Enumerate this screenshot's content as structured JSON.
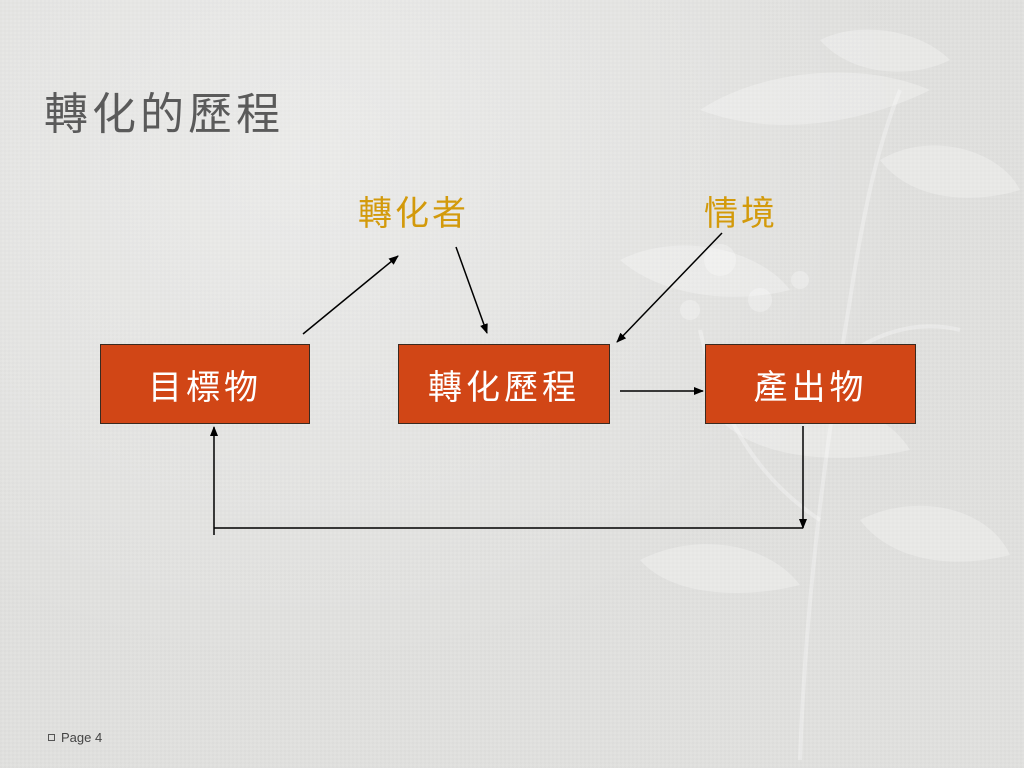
{
  "slide": {
    "title": "轉化的歷程",
    "labels": {
      "transformer": "轉化者",
      "context": "情境"
    },
    "boxes": {
      "target": "目標物",
      "process": "轉化歷程",
      "output": "產出物"
    },
    "footer": {
      "page_text": "Page 4"
    }
  },
  "colors": {
    "box_fill": "#d14616",
    "label_text": "#d39a0b",
    "title_text": "#5a5a5a"
  }
}
